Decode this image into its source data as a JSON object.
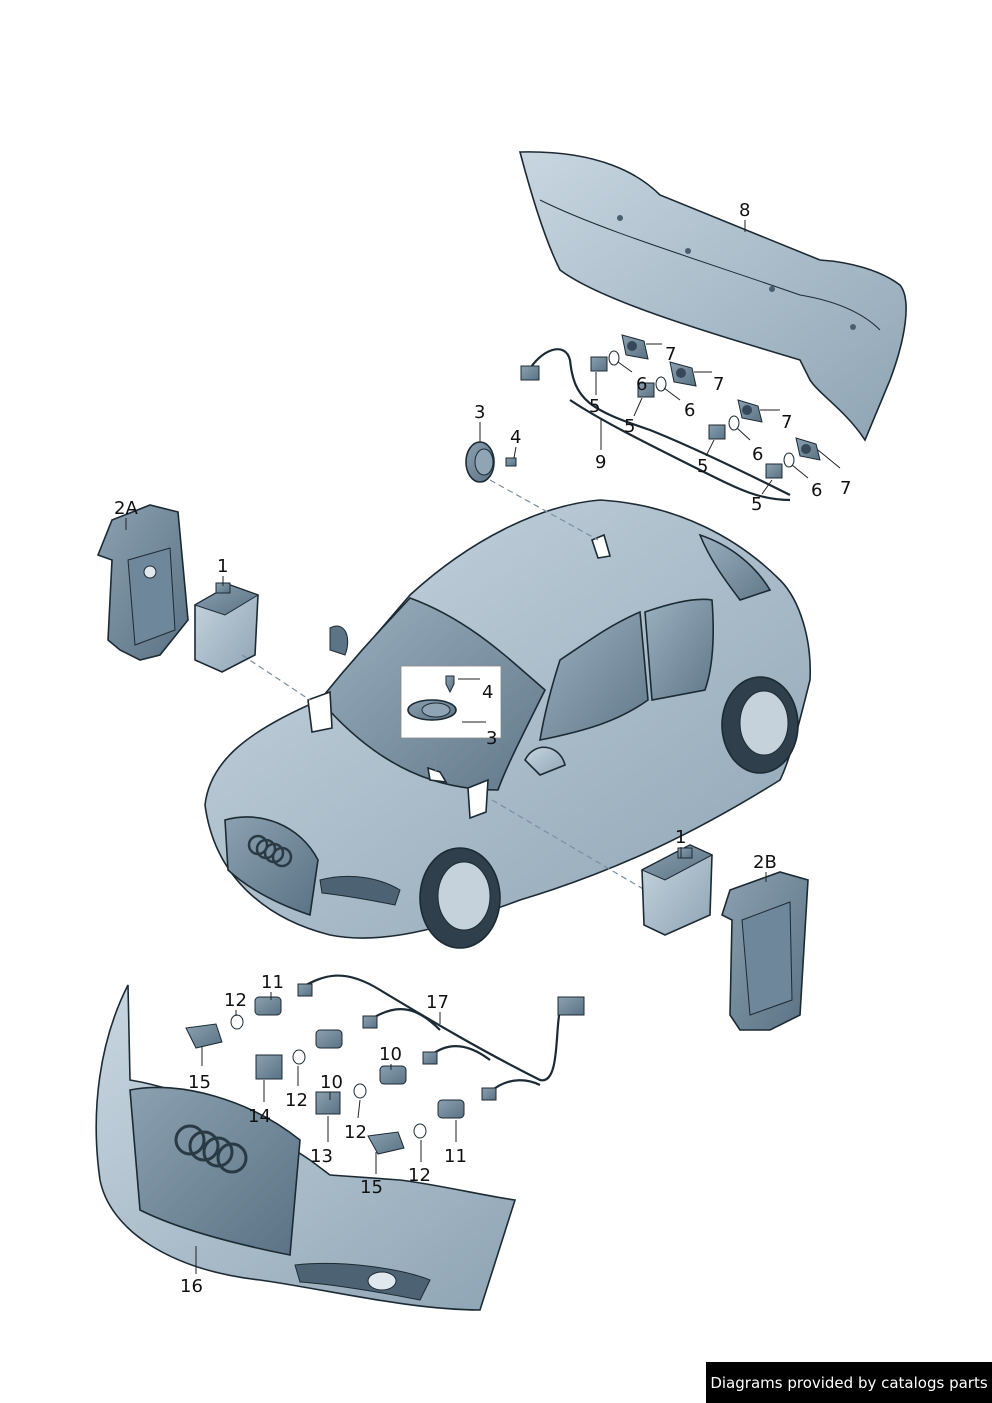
{
  "labels": {
    "l1": "1",
    "l1b": "1",
    "l2a": "2A",
    "l2b": "2B",
    "l3": "3",
    "l3b": "3",
    "l4": "4",
    "l4b": "4",
    "l5a": "5",
    "l5b": "5",
    "l5c": "5",
    "l5d": "5",
    "l6a": "6",
    "l6b": "6",
    "l6c": "6",
    "l6d": "6",
    "l7a": "7",
    "l7b": "7",
    "l7c": "7",
    "l7d": "7",
    "l8": "8",
    "l9": "9",
    "l10a": "10",
    "l10b": "10",
    "l11a": "11",
    "l11b": "11",
    "l12a": "12",
    "l12b": "12",
    "l12c": "12",
    "l12d": "12",
    "l13": "13",
    "l14": "14",
    "l15a": "15",
    "l15b": "15",
    "l16": "16",
    "l17": "17"
  },
  "credit": "Diagrams provided by catalogs parts",
  "colors": {
    "body": "#a9bccb",
    "dark": "#5c7486",
    "glass": "#6f8a9c",
    "line": "#1c2a33"
  }
}
